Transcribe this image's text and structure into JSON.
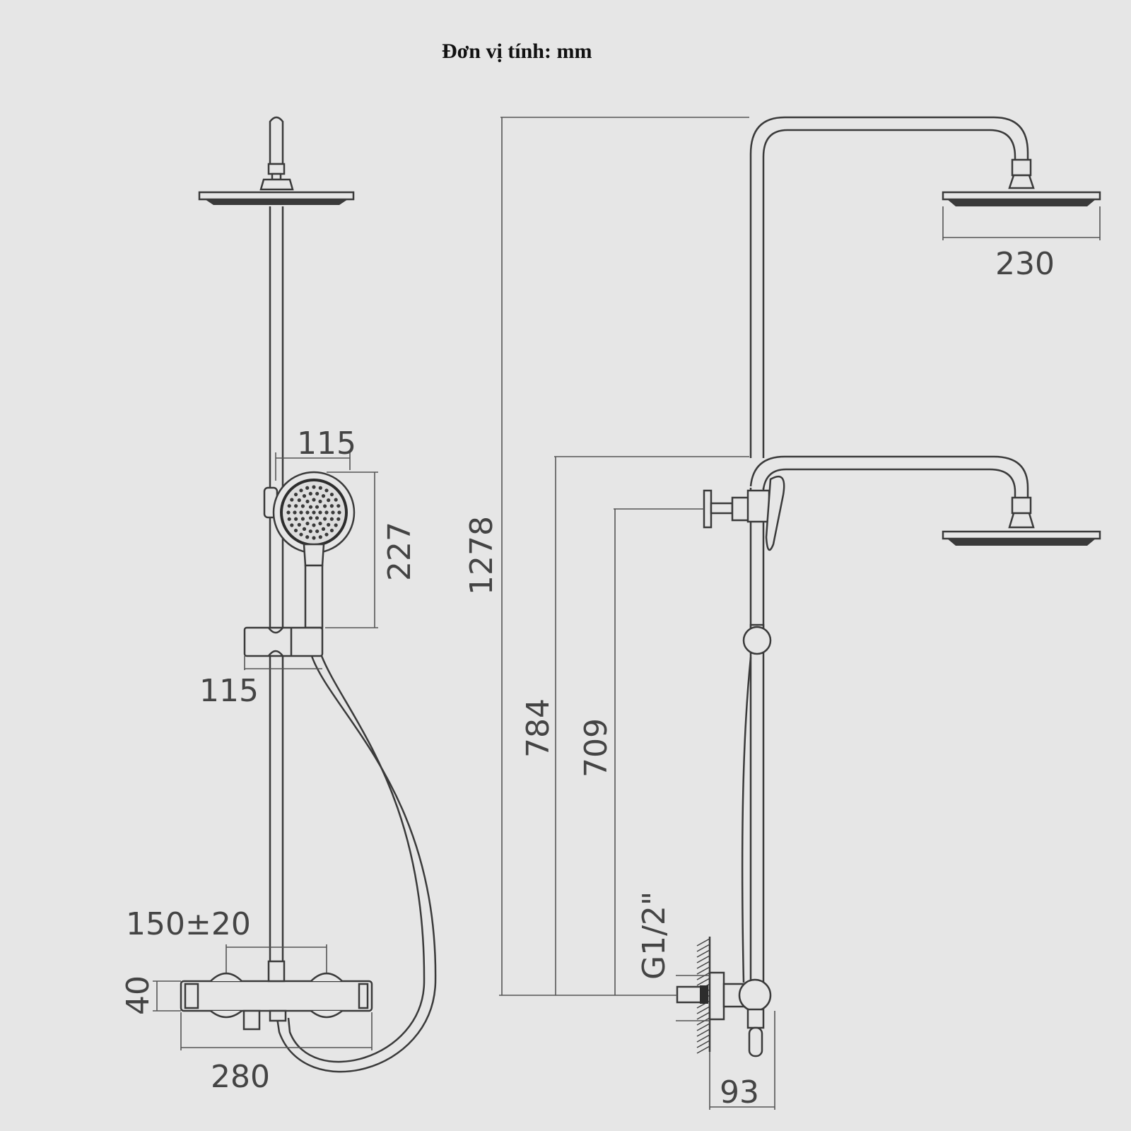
{
  "unit_label": "Đơn vị tính: mm",
  "dimensions": {
    "showerhead_diameter": "230",
    "handshower_head_width": "115",
    "handshower_length": "227",
    "holder_width": "115",
    "inlet_spacing": "150±20",
    "mixer_height": "40",
    "mixer_width": "280",
    "total_height": "1278",
    "shower_arm_height": "784",
    "holder_height": "709",
    "inlet_thread": "G1/2\"",
    "wall_depth": "93"
  }
}
